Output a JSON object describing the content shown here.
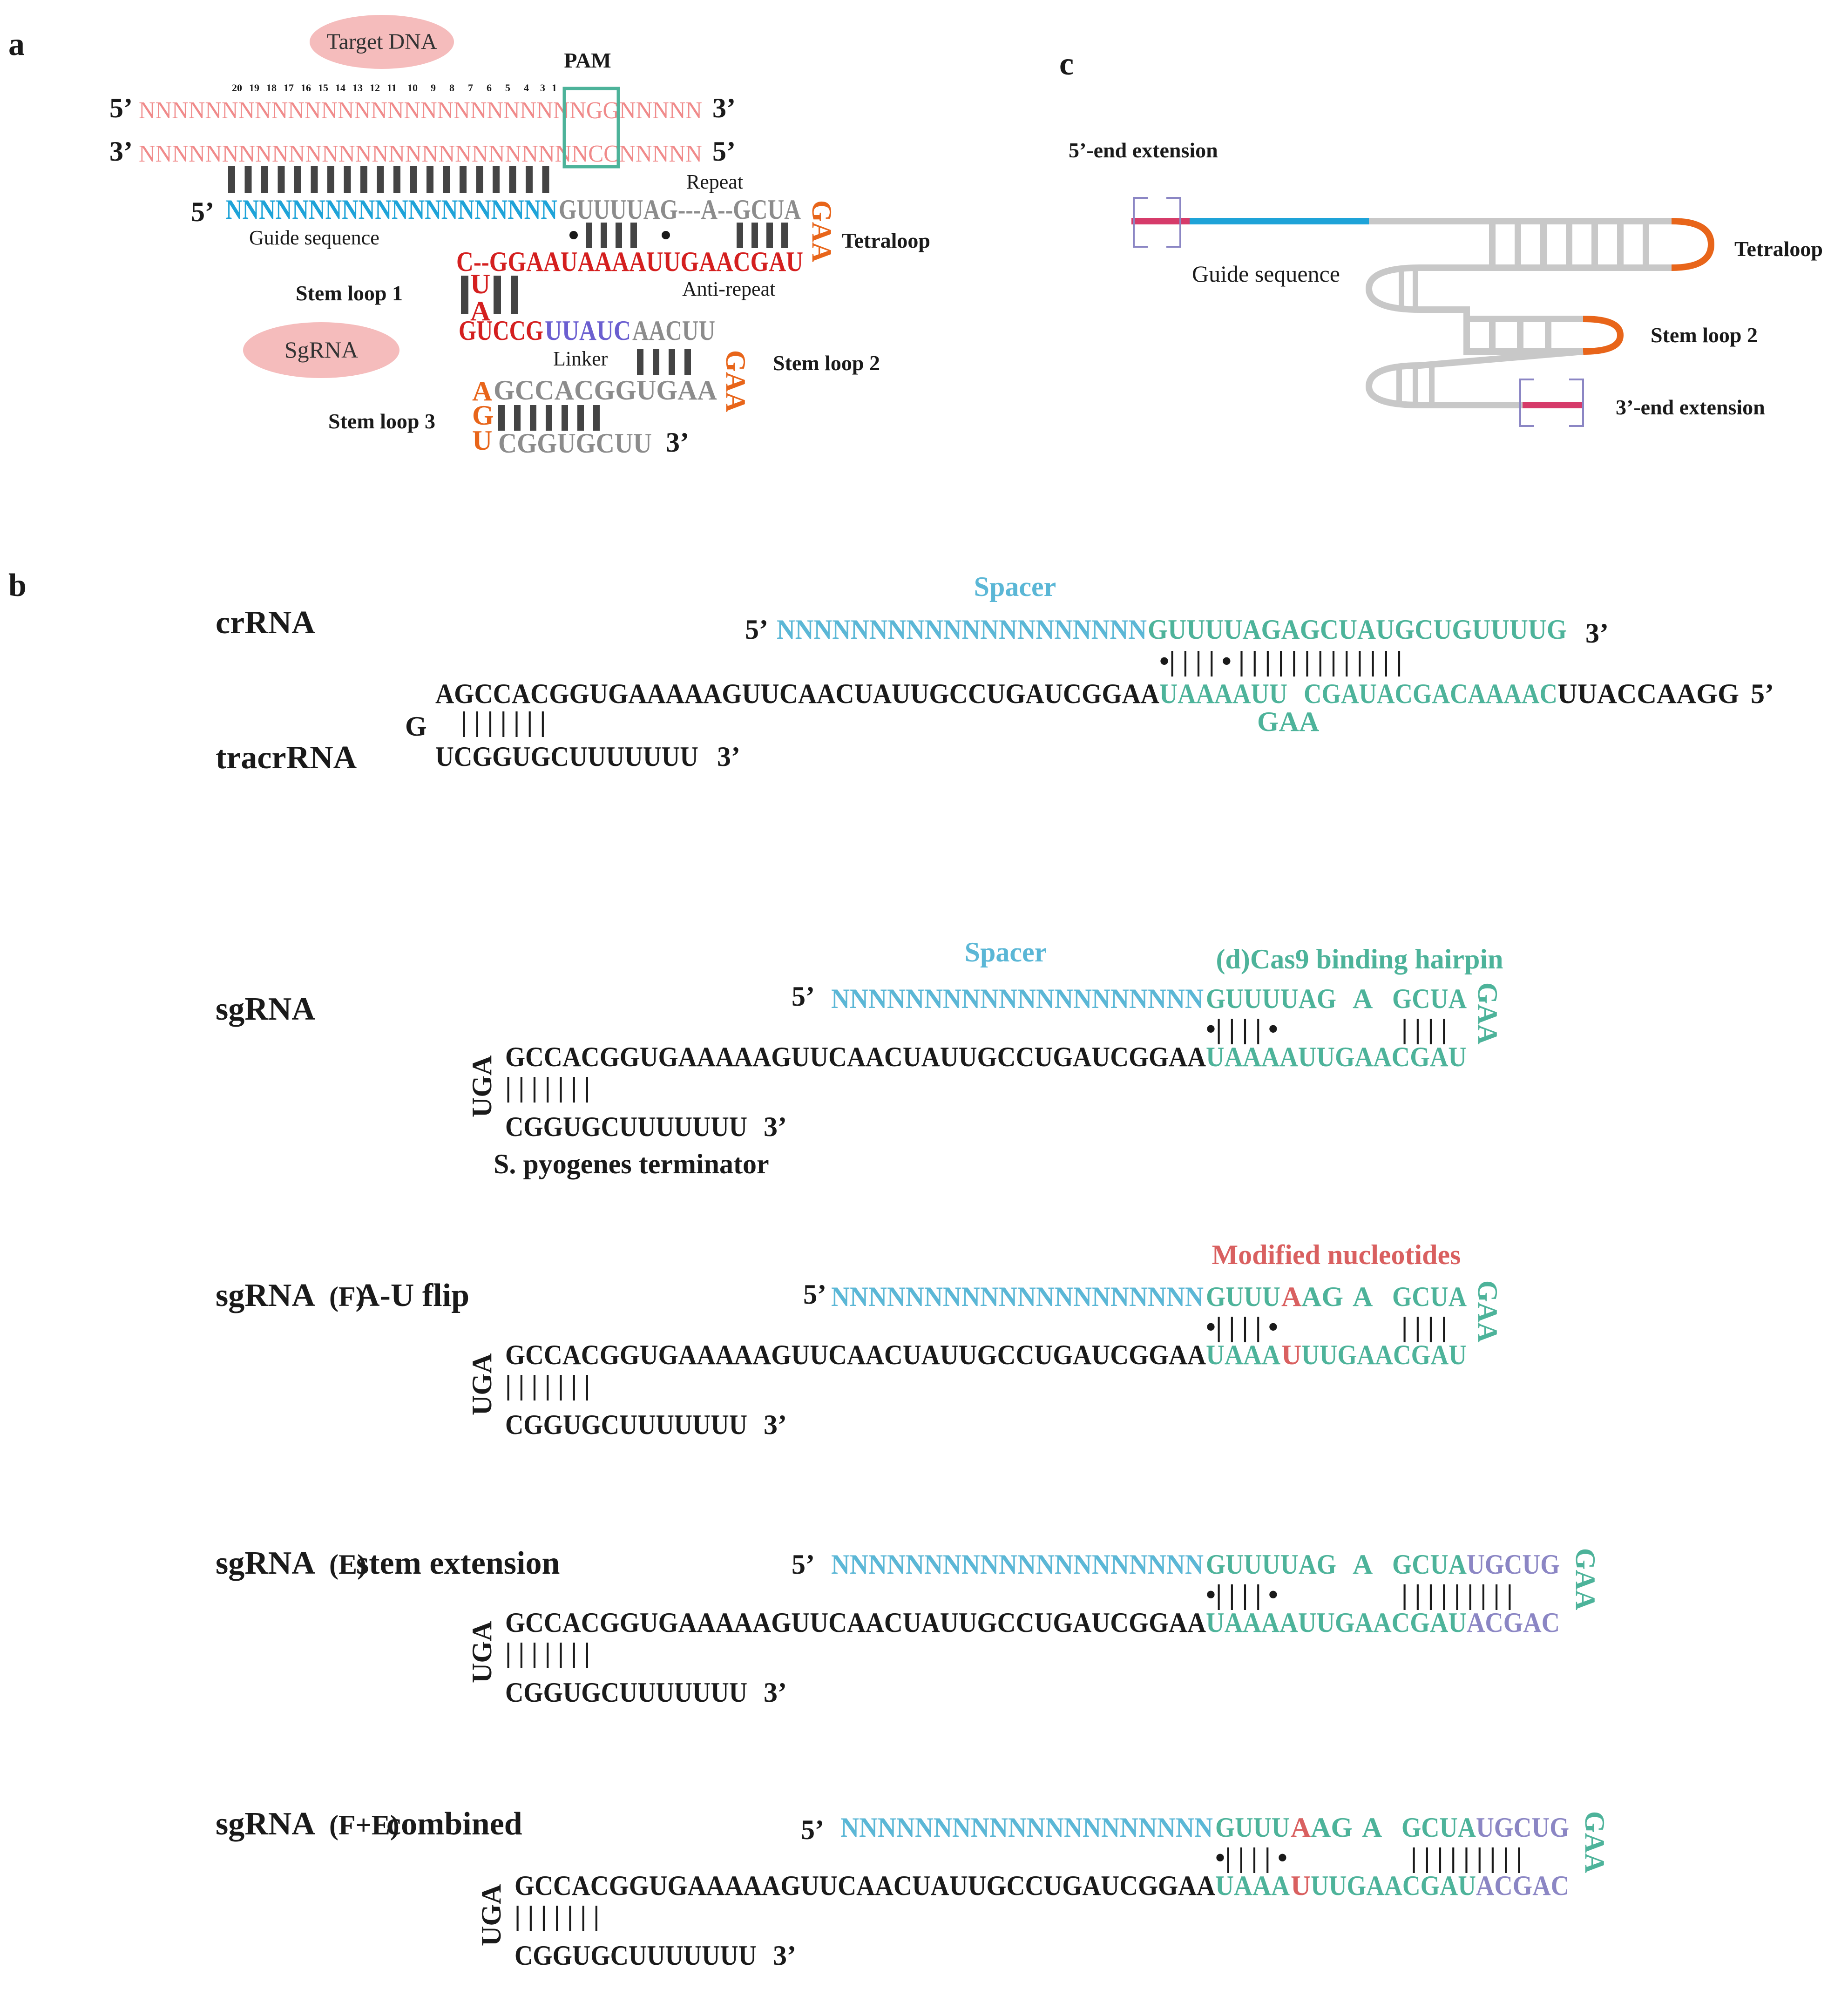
{
  "colors": {
    "pink": "#f08a8a",
    "pink_fill": "#f5bcbc",
    "teal": "#4db39a",
    "cyan": "#5bb7d6",
    "blue": "#1ea3d8",
    "red": "#d41f1f",
    "orange": "#e8651a",
    "purple": "#8b86c4",
    "grey": "#8c8c8c",
    "dark": "#1a1a1a",
    "bar": "#444444",
    "light_grey": "#c8c8c8",
    "magenta": "#d63b6a",
    "mod_red": "#d96060"
  },
  "panel_a": {
    "label": "a",
    "target_dna": "Target DNA",
    "pam": "PAM",
    "positions": [
      "20",
      "19",
      "18",
      "17",
      "16",
      "15",
      "14",
      "13",
      "12",
      "11",
      "10",
      "9",
      "8",
      "7",
      "6",
      "5",
      "4",
      "3",
      "2",
      "1"
    ],
    "strand_top_5": "5’",
    "strand_top_seq": "NNNNNNNNNNNNNNNNNNNNNNNNNNNGGNNNNN",
    "strand_top_3": "3’",
    "strand_bot_3": "3’",
    "strand_bot_seq": "NNNNNNNNNNNNNNNNNNNNNNNNNNNCCNNNNN",
    "strand_bot_5": "5’",
    "repeat": "Repeat",
    "guide_5": "5’",
    "guide_seq": "NNNNNNNNNNNNNNNNNNNN",
    "repeat_seq": "GUUUUAG---A--GCUA",
    "guide_sequence_label": "Guide sequence",
    "gaa1": "GAA",
    "tetraloop": "Tetraloop",
    "anti_repeat_seq": "C--GGAAUAAAAUUGAACGAU",
    "anti_repeat": "Anti-repeat",
    "stem_loop_1": "Stem loop 1",
    "u": "U",
    "a": "A",
    "sgrna_bubble": "SgRNA",
    "gucc_seq1": "GUCCG",
    "gucc_seq2": "UUAUC",
    "gucc_seq3": "AACUU",
    "linker": "Linker",
    "gaa2": "GAA",
    "stem_loop_2": "Stem loop 2",
    "sl3_top": "GCCACGGUGAA",
    "agu": [
      "A",
      "G",
      "U"
    ],
    "stem_loop_3": "Stem loop 3",
    "sl3_bot": "CGGUGCUU",
    "sl3_3": "3’"
  },
  "panel_c": {
    "label": "c",
    "five_end": "5’-end extension",
    "guide_sequence": "Guide sequence",
    "tetraloop": "Tetraloop",
    "stem_loop_2": "Stem loop 2",
    "three_end": "3’-end extension"
  },
  "panel_b": {
    "label": "b",
    "crrna": {
      "title": "crRNA",
      "spacer": "Spacer",
      "five": "5’",
      "spacer_seq": "NNNNNNNNNNNNNNNNNNNN",
      "repeat_seq": "GUUUUAGAGCUAUGCUGUUUUG",
      "three": "3’",
      "pairs": "•| | | | •  | | | | | | | | | | | | |",
      "tracr_black": "AGCCACGGUGAAAAAGUUCAACUAUUGCCUGAUCGGAA",
      "tracr_teal1": "UAAAAUU",
      "tracr_teal2": "CGAUACGACAAAAC",
      "tracr_tail": "UUACCAAGG",
      "tracr_5": "5’",
      "gaa": "GAA",
      "g": "G",
      "pairs2": "| | | | | | |",
      "tracr_title": "tracrRNA",
      "tracr_bottom": "UCGGUGCUUUUUUU",
      "tracr_3": "3’"
    },
    "sgrna": {
      "title": "sgRNA",
      "spacer": "Spacer",
      "hairpin": "(d)Cas9 binding hairpin",
      "five": "5’",
      "spacer_seq": "NNNNNNNNNNNNNNNNNNNN",
      "rep1": "GUUUUAG",
      "rep2": "A",
      "rep3": "GCUA",
      "gaa": "GAA",
      "pairs": "•| | | | •",
      "pairs_r": "| | | |",
      "loop_black": "GCCACGGUGAAAAAGUUCAACUAUUGCCUGAUCGGAA",
      "loop_teal": "UAAAAUUGAACGAU",
      "uga": "UGA",
      "pairs2": "| | | | | | |",
      "bottom": "CGGUGCUUUUUUU",
      "three": "3’",
      "terminator": "S. pyogenes terminator"
    },
    "flip": {
      "title_pre": "sgRNA",
      "title_sub": "(F)",
      "title_post": "A-U flip",
      "modified": "Modified nucleotides",
      "five": "5’",
      "spacer_seq": "NNNNNNNNNNNNNNNNNNNN",
      "rep1a": "GUUU",
      "rep1b": "A",
      "rep1c": "AG",
      "rep2": "A",
      "rep3": "GCUA",
      "gaa": "GAA",
      "pairs": "•| | | | •",
      "pairs_r": "| | | |",
      "loop_black": "GCCACGGUGAAAAAGUUCAACUAUUGCCUGAUCGGAA",
      "loop_teal1": "UAAA",
      "loop_red": "U",
      "loop_teal2": "UUGAACGAU",
      "uga": "UGA",
      "pairs2": "| | | | | | |",
      "bottom": "CGGUGCUUUUUUU",
      "three": "3’"
    },
    "ext": {
      "title_pre": "sgRNA",
      "title_sub": "(E)",
      "title_post": "stem extension",
      "five": "5’",
      "spacer_seq": "NNNNNNNNNNNNNNNNNNNN",
      "rep1": "GUUUUAG",
      "rep2": "A",
      "rep3a": "GCUA",
      "rep3b": "UGCUG",
      "gaa": "GAA",
      "pairs": "•| | | | •",
      "pairs_r": "| | | | | | | | |",
      "loop_black": "GCCACGGUGAAAAAGUUCAACUAUUGCCUGAUCGGAA",
      "loop_teal": "UAAAAUUGAACGAU",
      "loop_purple": "ACGAC",
      "uga": "UGA",
      "pairs2": "| | | | | | |",
      "bottom": "CGGUGCUUUUUUU",
      "three": "3’"
    },
    "comb": {
      "title_pre": "sgRNA",
      "title_sub": "(F+E)",
      "title_post": "combined",
      "five": "5’",
      "spacer_seq": "NNNNNNNNNNNNNNNNNNNN",
      "rep1a": "GUUU",
      "rep1b": "A",
      "rep1c": "AG",
      "rep2": "A",
      "rep3a": "GCUA",
      "rep3b": "UGCUG",
      "gaa": "GAA",
      "pairs": "•| | | | •",
      "pairs_r": "| | | | | | | | |",
      "loop_black": "GCCACGGUGAAAAAGUUCAACUAUUGCCUGAUCGGAA",
      "loop_teal1": "UAAA",
      "loop_red": "U",
      "loop_teal2": "UUGAACGAU",
      "loop_purple": "ACGAC",
      "uga": "UGA",
      "pairs2": "| | | | | | |",
      "bottom": "CGGUGCUUUUUUU",
      "three": "3’"
    }
  }
}
